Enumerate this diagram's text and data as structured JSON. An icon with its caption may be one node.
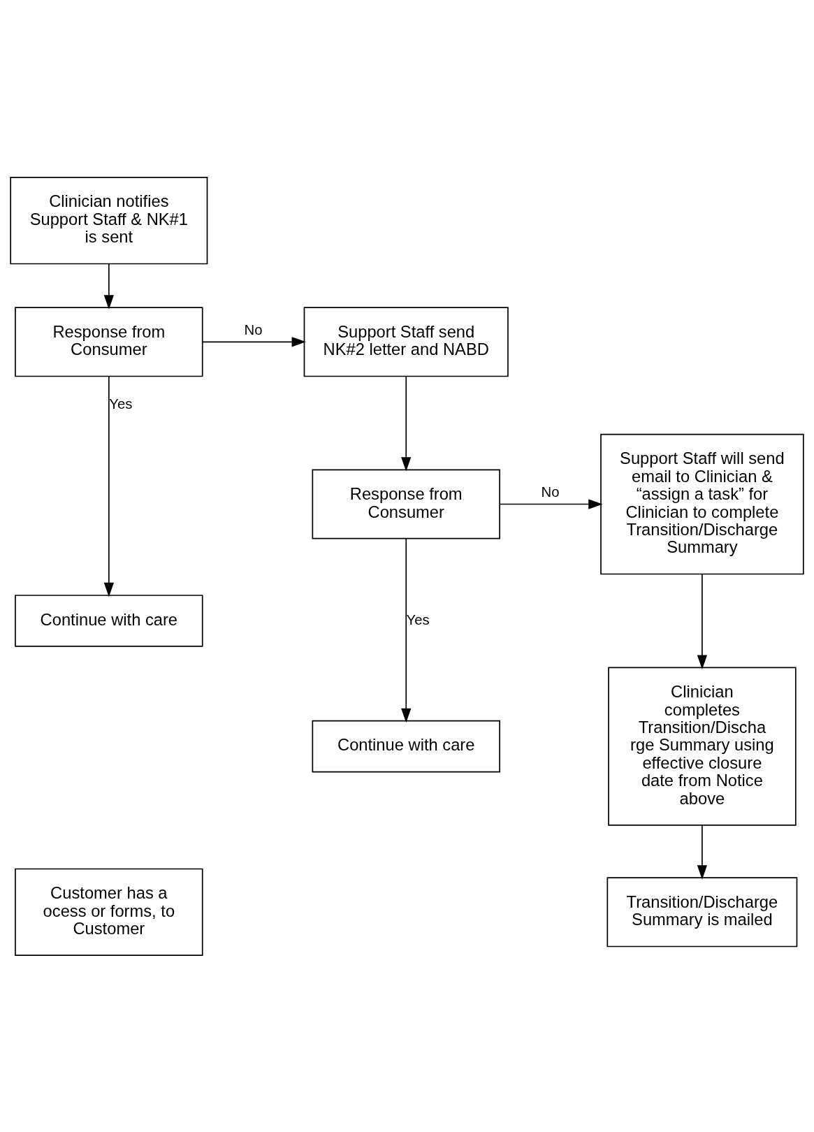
{
  "diagram": {
    "nodes": [
      {
        "text": [
          "Clinician notifies Support Staff & NK#1 is sent"
        ]
      },
      {
        "text": [
          "Response from Consumer"
        ]
      },
      {
        "text": [
          "Support Staff send NK#2 letter and NABD"
        ]
      },
      {
        "text": [
          "Continue with care"
        ]
      },
      {
        "text": [
          "Response from Consumer"
        ]
      },
      {
        "text": [
          "Support Staff will send email to Clinician & “assign a task” for Clinician to complete Transition/Discharge Summary"
        ]
      },
      {
        "text": [
          "Continue with care"
        ]
      },
      {
        "text": [
          "Clinician completes Transition/Discha rge Summary using effective closure date from Notice above"
        ]
      },
      {
        "text": [
          "Transition/Discharge Summary is mailed"
        ]
      },
      {
        "text": [
          "Customer has a ocess or forms, to Customer"
        ]
      }
    ],
    "edges": [
      {
        "from": 0,
        "to": 1,
        "arrow": "to"
      },
      {
        "from": 1,
        "to": 2,
        "arrow": "to",
        "label": "No"
      },
      {
        "from": 1,
        "to": 3,
        "arrow": "to",
        "label": "Yes"
      },
      {
        "from": 2,
        "to": 4,
        "arrow": "to"
      },
      {
        "from": 4,
        "to": 5,
        "arrow": "to",
        "label": "No"
      },
      {
        "from": 4,
        "to": 6,
        "arrow": "to",
        "label": "Yes"
      },
      {
        "from": 5,
        "to": 7,
        "arrow": "to"
      },
      {
        "from": 7,
        "to": 8,
        "arrow": "to"
      }
    ]
  }
}
